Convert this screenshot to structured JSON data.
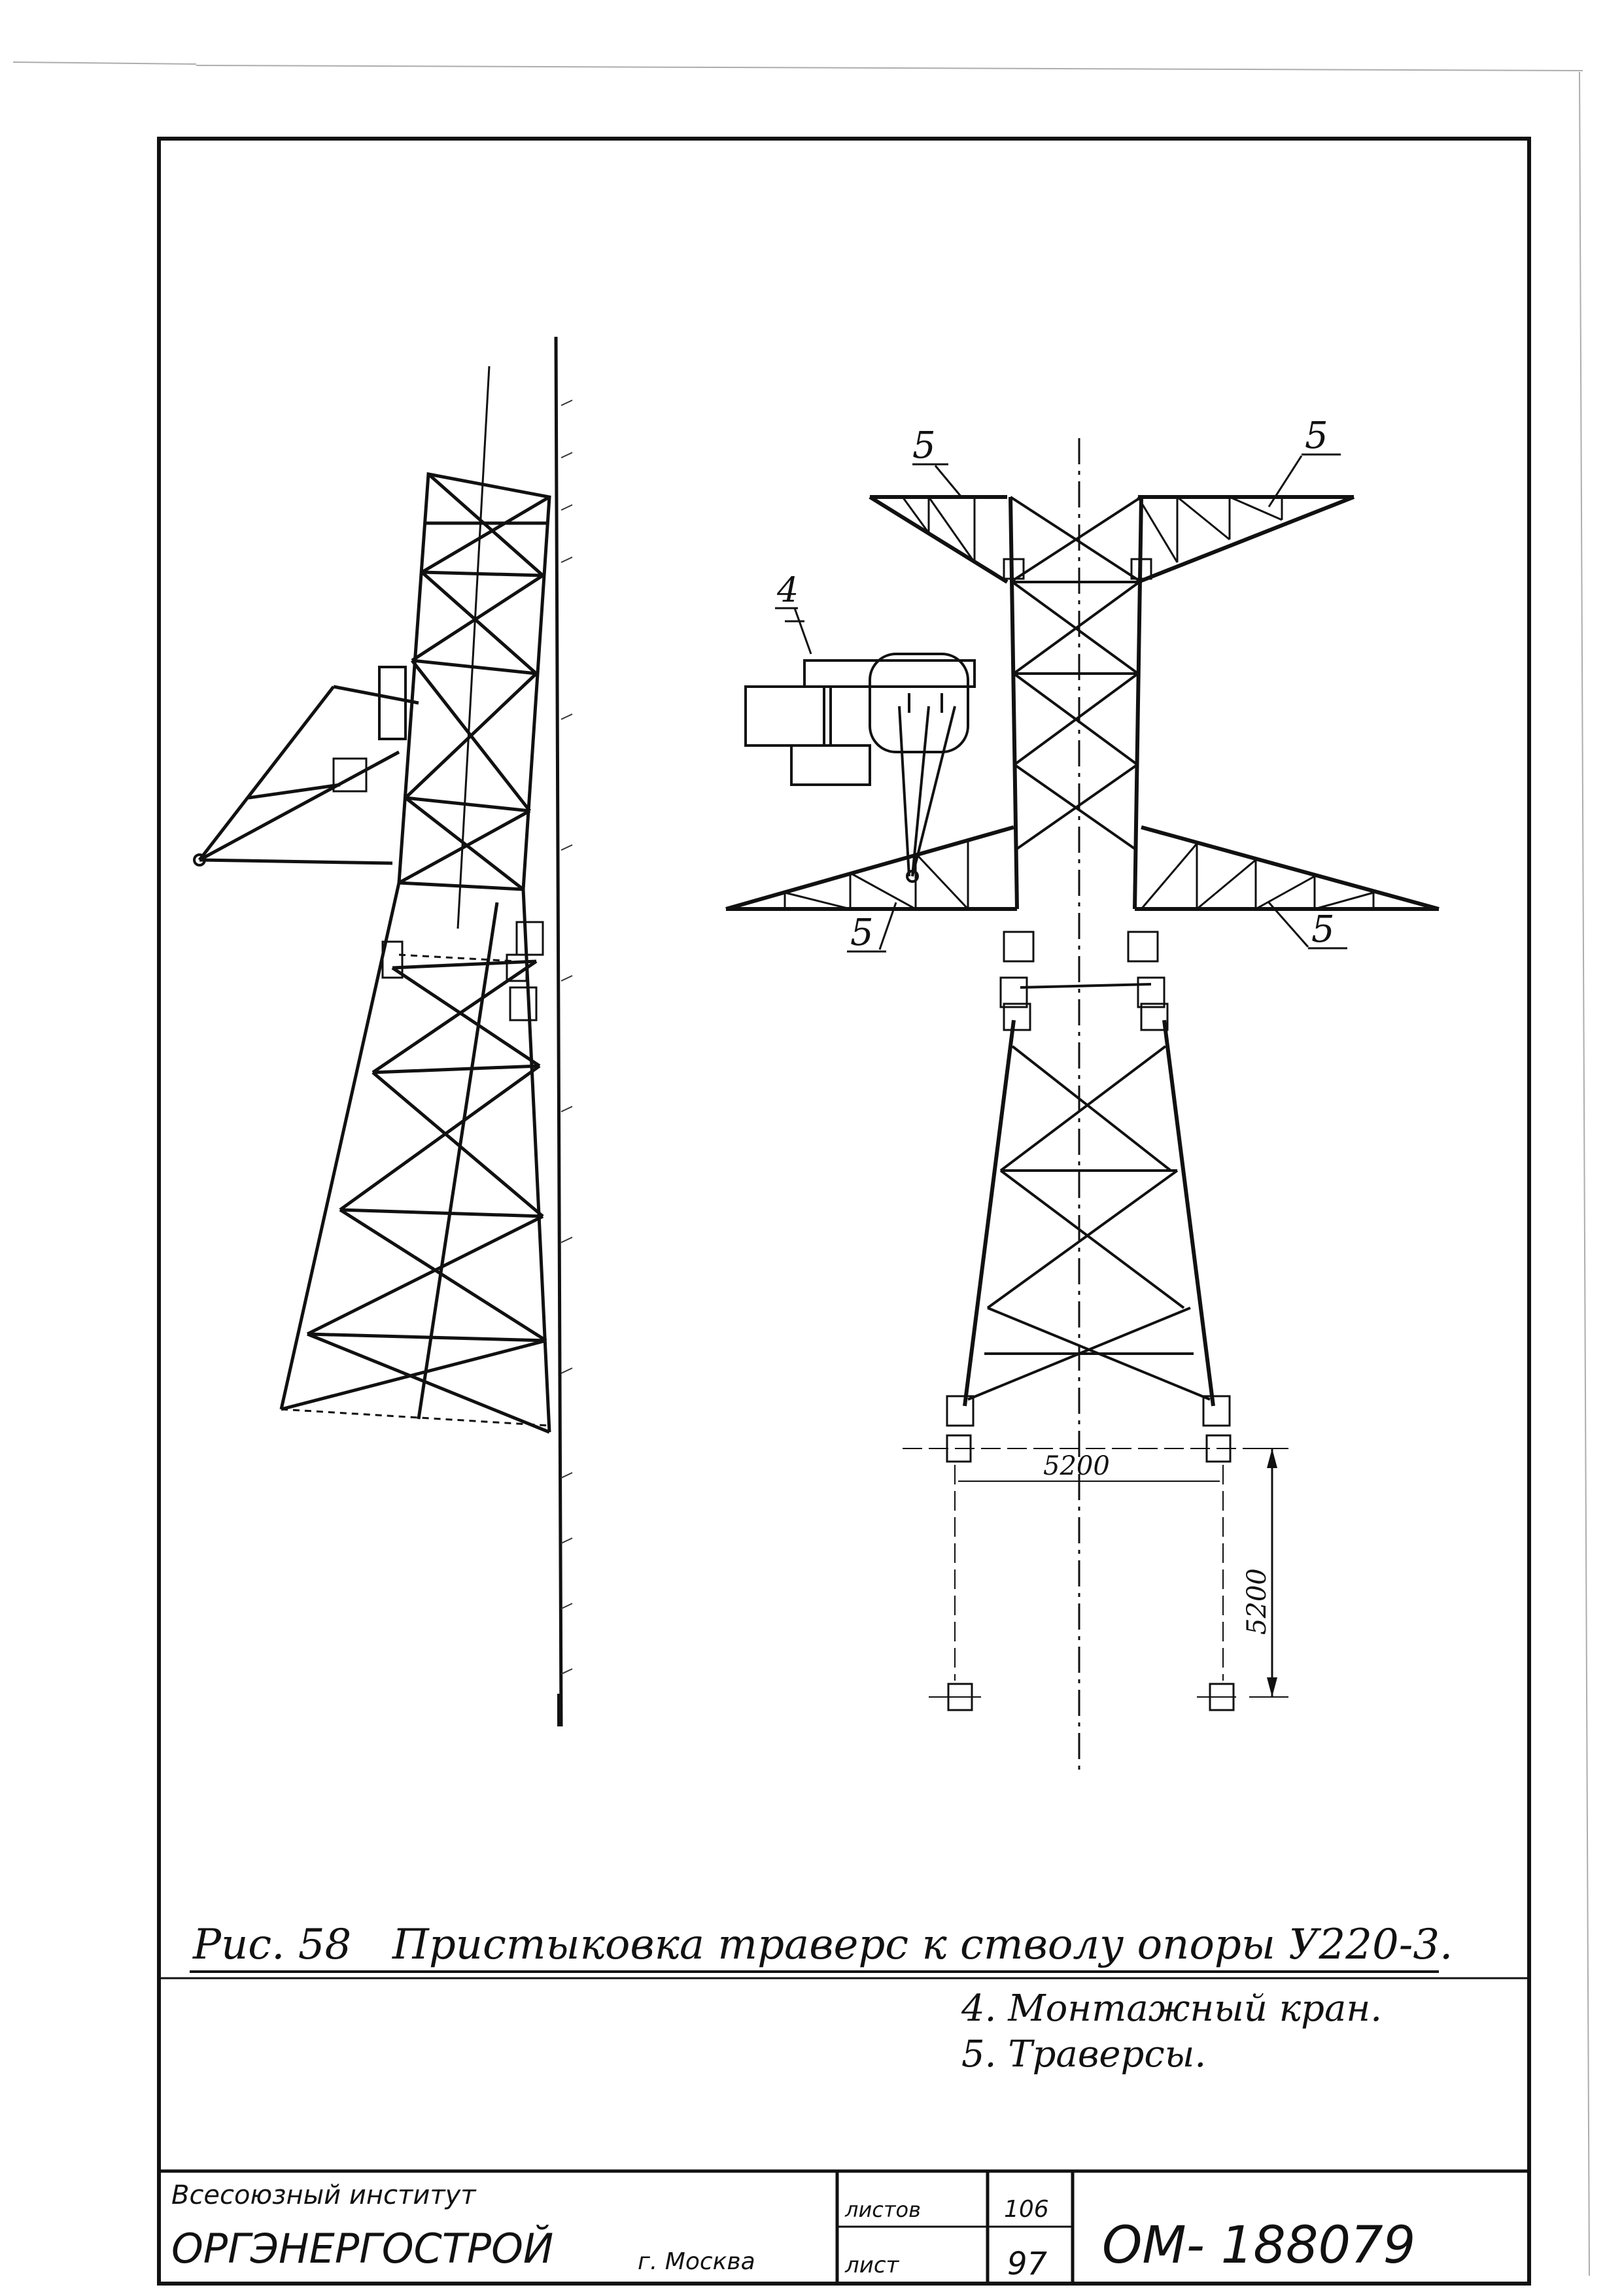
{
  "caption": {
    "figure_label": "Рис. 58",
    "title": "Пристыковка траверс к стволу опоры У220-3."
  },
  "legend": {
    "item_4": "4. Монтажный кран.",
    "item_5": "5. Траверсы."
  },
  "callouts": {
    "crane": "4",
    "traverse": "5"
  },
  "dimensions": {
    "base_width": "5200",
    "base_depth": "5200"
  },
  "title_block": {
    "institute_line1": "Всесоюзный институт",
    "institute_name": "ОРГЭНЕРГОСТРОЙ",
    "city": "г. Москва",
    "sheets_label": "листов",
    "sheets_value": "106",
    "sheet_label": "лист",
    "sheet_value": "97",
    "doc_number": "ОМ- 188079"
  }
}
